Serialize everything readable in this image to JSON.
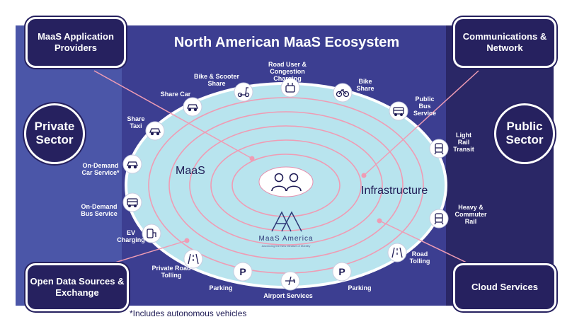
{
  "title": "North American MaaS Ecosystem",
  "boxes": {
    "maas_app": "MaaS Application Providers",
    "comms": "Communications & Network",
    "open_data": "Open Data Sources & Exchange",
    "cloud": "Cloud Services"
  },
  "sectors": {
    "private": "Private Sector",
    "public": "Public Sector"
  },
  "center": {
    "maas": "MaaS",
    "infrastructure": "Infrastructure"
  },
  "logo": {
    "name": "MaaS America",
    "tagline": "Advancing the New Mindset of Mobility"
  },
  "nodes": {
    "road_user": "Road User & Congestion Charging",
    "bike_scooter": "Bike & Scooter Share",
    "bike_share": "Bike Share",
    "share_car": "Share Car",
    "public_bus": "Public Bus Service",
    "share_taxi": "Share Taxi",
    "light_rail": "Light Rail Transit",
    "on_demand_car": "On-Demand Car Service*",
    "on_demand_bus": "On-Demand Bus Service",
    "heavy_rail": "Heavy & Commuter Rail",
    "ev_charging": "EV Charging",
    "private_tolling": "Private Road Tolling",
    "road_tolling": "Road Tolling",
    "parking_left": "Parking",
    "airport": "Airport Services",
    "parking_right": "Parking"
  },
  "footnote": "*Includes autonomous vehicles",
  "colors": {
    "dark_navy": "#26215f",
    "mid_blue": "#3a3c8f",
    "left_blue": "#4b56a8",
    "ellipse": "#b8e4ee",
    "ring": "#ef9cb4"
  }
}
